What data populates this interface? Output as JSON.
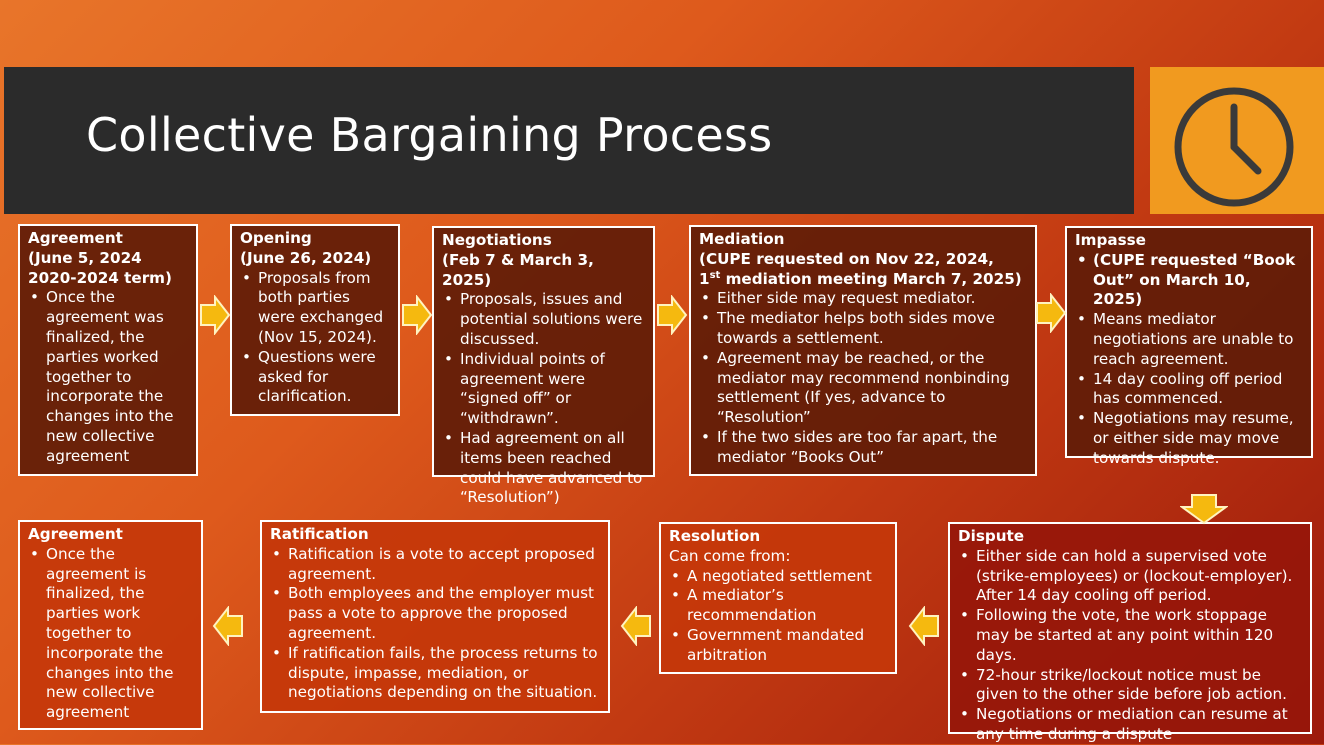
{
  "title": "Collective Bargaining Process",
  "icons": {
    "clock": "clock-icon",
    "arrow": "arrow-icon"
  },
  "colors": {
    "title_bar": "#2b2b2b",
    "clock_box": "#f19a1f",
    "arrow": "#f5b90f"
  },
  "stages": {
    "agreement1": {
      "head": [
        "Agreement",
        "(June 5, 2024",
        "2020-2024 term)"
      ],
      "bullets": [
        "Once the agreement was finalized, the parties worked together to incorporate the changes into the new collective agreement"
      ]
    },
    "opening": {
      "head": [
        "Opening",
        "(June 26, 2024)"
      ],
      "bullets": [
        "Proposals from both parties were exchanged (Nov 15, 2024).",
        "Questions were asked for clarification."
      ]
    },
    "negotiations": {
      "head": [
        "Negotiations",
        "(Feb 7 & March 3, 2025)"
      ],
      "bullets": [
        "Proposals, issues and potential solutions were discussed.",
        "Individual points of agreement were “signed off” or “withdrawn”.",
        "Had agreement on all items been reached could have advanced to “Resolution”)"
      ]
    },
    "mediation": {
      "head1": "Mediation",
      "head2": "(CUPE requested on Nov 22, 2024,",
      "head3_num": "1",
      "head3_sup": "st",
      "head3_rest": " mediation meeting March 7, 2025)",
      "bullets": [
        "Either side may request mediator.",
        "The mediator helps both sides move towards a settlement.",
        "Agreement may be reached, or the mediator may recommend nonbinding settlement (If yes, advance to “Resolution”",
        "If the two sides are too far apart, the mediator “Books Out”"
      ]
    },
    "impasse": {
      "head": [
        "Impasse"
      ],
      "bullets": [
        "(CUPE requested “Book Out” on March 10, 2025)",
        "Means mediator negotiations are unable to reach agreement.",
        "14 day cooling off period has commenced.",
        "Negotiations may resume, or either side may move towards dispute."
      ]
    },
    "dispute": {
      "head": [
        "Dispute"
      ],
      "bullets": [
        "Either side can hold a supervised vote (strike-employees) or (lockout-employer). After 14 day cooling off period.",
        "Following the vote, the work stoppage may be started at any point within 120 days.",
        "72-hour strike/lockout notice must be given to the other side before job action.",
        "Negotiations or mediation can resume at any time during a dispute"
      ]
    },
    "resolution": {
      "head": [
        "Resolution"
      ],
      "subhead": "Can come from:",
      "bullets": [
        "A negotiated settlement",
        "A mediator’s recommendation",
        "Government mandated arbitration"
      ]
    },
    "ratification": {
      "head": [
        "Ratification"
      ],
      "bullets": [
        "Ratification is a vote to accept proposed agreement.",
        "Both employees and the employer must pass a vote to approve the proposed agreement.",
        "If ratification fails, the process returns to dispute, impasse, mediation, or negotiations depending on the situation."
      ]
    },
    "agreement2": {
      "head": [
        "Agreement"
      ],
      "bullets": [
        "Once the agreement is finalized, the parties work together to incorporate the changes into the new collective agreement"
      ]
    }
  }
}
